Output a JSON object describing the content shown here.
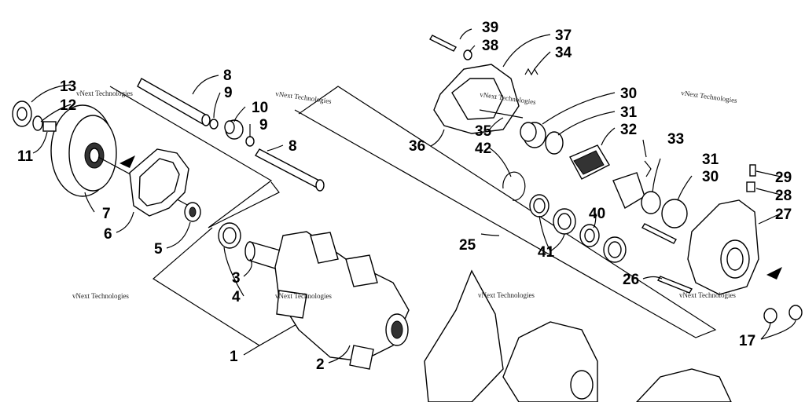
{
  "watermark": "vNext Technologies",
  "callouts": {
    "c1": "1",
    "c2": "2",
    "c3": "3",
    "c4": "4",
    "c5": "5",
    "c6": "6",
    "c7": "7",
    "c8a": "8",
    "c8b": "8",
    "c9a": "9",
    "c9b": "9",
    "c10": "10",
    "c11": "11",
    "c12": "12",
    "c13": "13",
    "c17": "17",
    "c25": "25",
    "c26": "26",
    "c27": "27",
    "c28": "28",
    "c29": "29",
    "c30a": "30",
    "c30b": "30",
    "c31a": "31",
    "c31b": "31",
    "c32": "32",
    "c33": "33",
    "c34": "34",
    "c35": "35",
    "c36": "36",
    "c37": "37",
    "c38": "38",
    "c39": "39",
    "c40": "40",
    "c41": "41",
    "c42": "42"
  }
}
